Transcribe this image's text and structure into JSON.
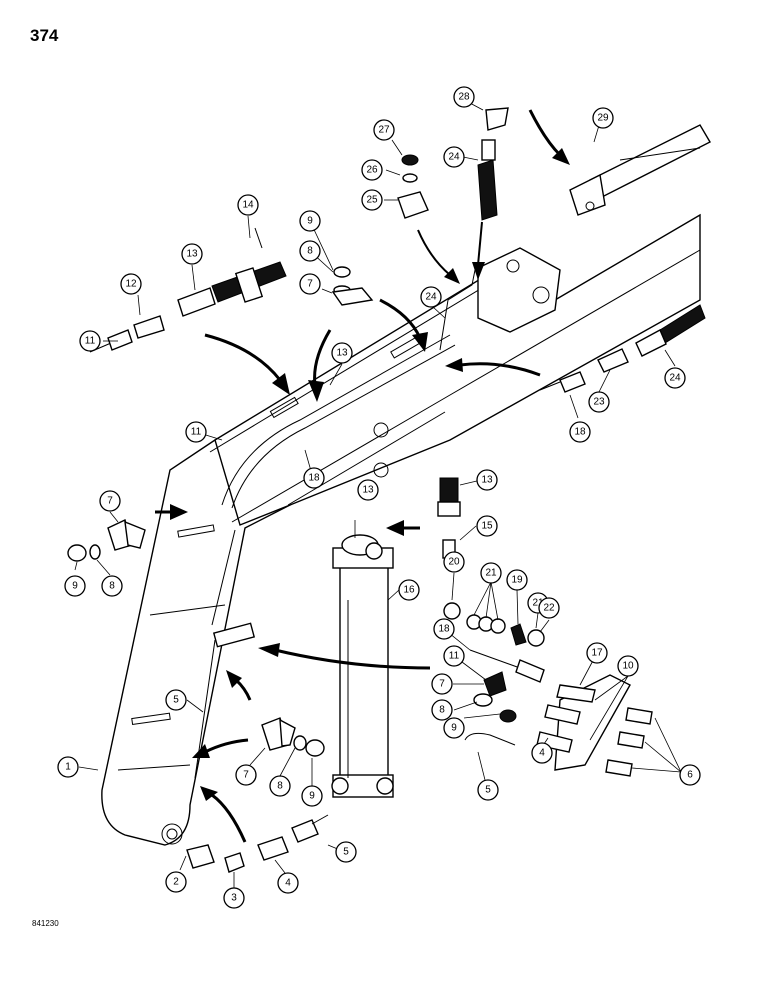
{
  "page_number": "374",
  "drawing_code": "841230",
  "callouts": [
    {
      "id": "c1",
      "label": "1"
    },
    {
      "id": "c2",
      "label": "2"
    },
    {
      "id": "c3",
      "label": "3"
    },
    {
      "id": "c4a",
      "label": "4"
    },
    {
      "id": "c4b",
      "label": "4"
    },
    {
      "id": "c5a",
      "label": "5"
    },
    {
      "id": "c5b",
      "label": "5"
    },
    {
      "id": "c5c",
      "label": "5"
    },
    {
      "id": "c6",
      "label": "6"
    },
    {
      "id": "c7a",
      "label": "7"
    },
    {
      "id": "c7b",
      "label": "7"
    },
    {
      "id": "c7c",
      "label": "7"
    },
    {
      "id": "c7d",
      "label": "7"
    },
    {
      "id": "c8a",
      "label": "8"
    },
    {
      "id": "c8b",
      "label": "8"
    },
    {
      "id": "c8c",
      "label": "8"
    },
    {
      "id": "c8d",
      "label": "8"
    },
    {
      "id": "c9a",
      "label": "9"
    },
    {
      "id": "c9b",
      "label": "9"
    },
    {
      "id": "c9c",
      "label": "9"
    },
    {
      "id": "c9d",
      "label": "9"
    },
    {
      "id": "c10",
      "label": "10"
    },
    {
      "id": "c11a",
      "label": "11"
    },
    {
      "id": "c11b",
      "label": "11"
    },
    {
      "id": "c11c",
      "label": "11"
    },
    {
      "id": "c12",
      "label": "12"
    },
    {
      "id": "c13a",
      "label": "13"
    },
    {
      "id": "c13b",
      "label": "13"
    },
    {
      "id": "c13c",
      "label": "13"
    },
    {
      "id": "c13d",
      "label": "13"
    },
    {
      "id": "c14",
      "label": "14"
    },
    {
      "id": "c15",
      "label": "15"
    },
    {
      "id": "c16",
      "label": "16"
    },
    {
      "id": "c17",
      "label": "17"
    },
    {
      "id": "c18a",
      "label": "18"
    },
    {
      "id": "c18b",
      "label": "18"
    },
    {
      "id": "c18c",
      "label": "18"
    },
    {
      "id": "c19",
      "label": "19"
    },
    {
      "id": "c20",
      "label": "20"
    },
    {
      "id": "c21a",
      "label": "21"
    },
    {
      "id": "c21b",
      "label": "21"
    },
    {
      "id": "c22",
      "label": "22"
    },
    {
      "id": "c23",
      "label": "23"
    },
    {
      "id": "c24a",
      "label": "24"
    },
    {
      "id": "c24b",
      "label": "24"
    },
    {
      "id": "c24c",
      "label": "24"
    },
    {
      "id": "c25",
      "label": "25"
    },
    {
      "id": "c26",
      "label": "26"
    },
    {
      "id": "c27",
      "label": "27"
    },
    {
      "id": "c28",
      "label": "28"
    },
    {
      "id": "c29",
      "label": "29"
    }
  ]
}
